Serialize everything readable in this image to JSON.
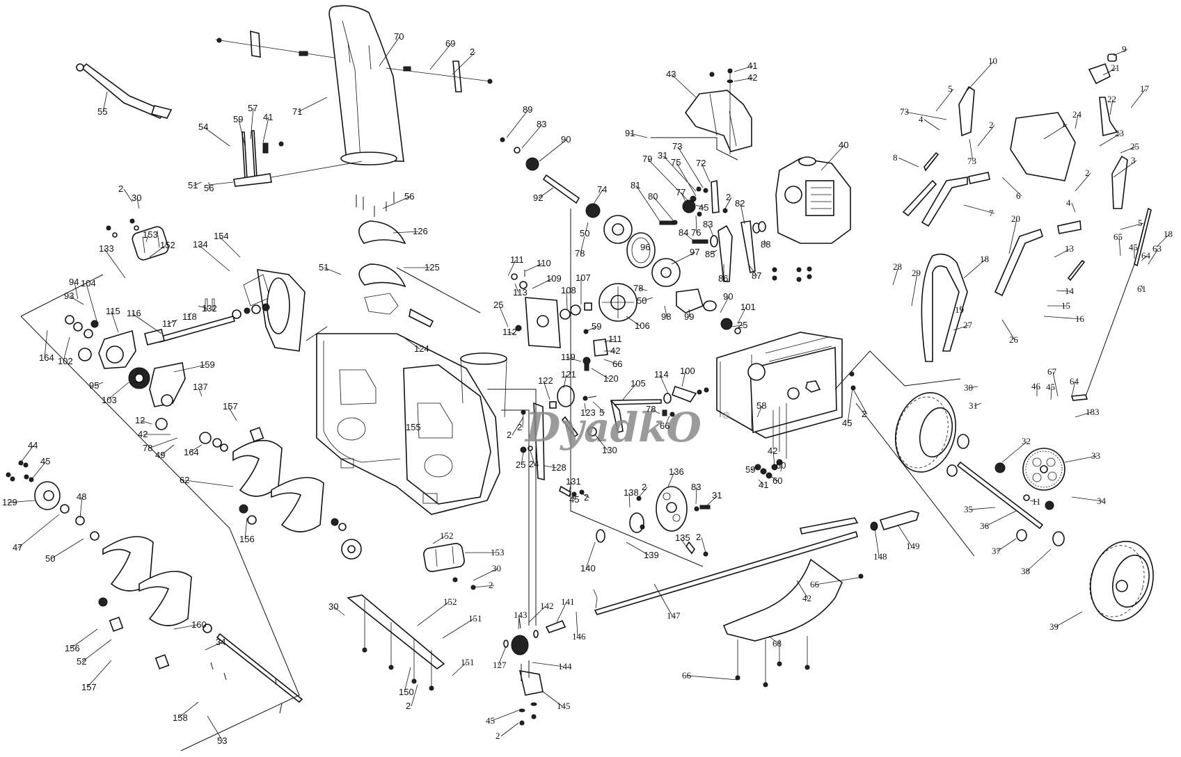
{
  "diagram": {
    "title": "Snow thrower exploded parts diagram",
    "watermark": "DyadkO",
    "watermark_mark": "®",
    "colors": {
      "line": "#111111",
      "watermark": "#8a8a8a",
      "background": "#ffffff"
    },
    "callouts": [
      {
        "id": "c55",
        "label": "55"
      },
      {
        "id": "c71",
        "label": "71"
      },
      {
        "id": "c70",
        "label": "70"
      },
      {
        "id": "c69",
        "label": "69"
      },
      {
        "id": "c2a",
        "label": "2"
      },
      {
        "id": "c54",
        "label": "54"
      },
      {
        "id": "c59a",
        "label": "59"
      },
      {
        "id": "c57",
        "label": "57"
      },
      {
        "id": "c41a",
        "label": "41"
      },
      {
        "id": "c51a",
        "label": "51"
      },
      {
        "id": "c56a",
        "label": "56"
      },
      {
        "id": "c2b",
        "label": "2"
      },
      {
        "id": "c30a",
        "label": "30"
      },
      {
        "id": "c153a",
        "label": "153"
      },
      {
        "id": "c152a",
        "label": "152"
      },
      {
        "id": "c133",
        "label": "133"
      },
      {
        "id": "c134",
        "label": "134"
      },
      {
        "id": "c154",
        "label": "154"
      },
      {
        "id": "c56b",
        "label": "56"
      },
      {
        "id": "c126",
        "label": "126"
      },
      {
        "id": "c125",
        "label": "125"
      },
      {
        "id": "c51b",
        "label": "51"
      },
      {
        "id": "c124",
        "label": "124"
      },
      {
        "id": "c94",
        "label": "94"
      },
      {
        "id": "c104",
        "label": "104"
      },
      {
        "id": "c93",
        "label": "93"
      },
      {
        "id": "c115",
        "label": "115"
      },
      {
        "id": "c116",
        "label": "116"
      },
      {
        "id": "c117",
        "label": "117"
      },
      {
        "id": "c118",
        "label": "118"
      },
      {
        "id": "c132",
        "label": "132"
      },
      {
        "id": "c164a",
        "label": "164"
      },
      {
        "id": "c102",
        "label": "102"
      },
      {
        "id": "c95",
        "label": "95"
      },
      {
        "id": "c103",
        "label": "103"
      },
      {
        "id": "c159",
        "label": "159"
      },
      {
        "id": "c137",
        "label": "137"
      },
      {
        "id": "c12",
        "label": "12"
      },
      {
        "id": "c42a",
        "label": "42"
      },
      {
        "id": "c78a",
        "label": "78"
      },
      {
        "id": "c49",
        "label": "49"
      },
      {
        "id": "c164b",
        "label": "164"
      },
      {
        "id": "c157a",
        "label": "157"
      },
      {
        "id": "c62",
        "label": "62"
      },
      {
        "id": "c156a",
        "label": "156"
      },
      {
        "id": "c44",
        "label": "44"
      },
      {
        "id": "c45a",
        "label": "45"
      },
      {
        "id": "c129",
        "label": "129"
      },
      {
        "id": "c47",
        "label": "47"
      },
      {
        "id": "c48",
        "label": "48"
      },
      {
        "id": "c50a",
        "label": "50"
      },
      {
        "id": "c156b",
        "label": "156"
      },
      {
        "id": "c52",
        "label": "52"
      },
      {
        "id": "c157b",
        "label": "157"
      },
      {
        "id": "c160",
        "label": "160"
      },
      {
        "id": "c34a",
        "label": "34"
      },
      {
        "id": "c158",
        "label": "158"
      },
      {
        "id": "c53",
        "label": "53"
      },
      {
        "id": "c155",
        "label": "155"
      },
      {
        "id": "c152b",
        "label": "152"
      },
      {
        "id": "c153b",
        "label": "153"
      },
      {
        "id": "c30b",
        "label": "30"
      },
      {
        "id": "c2c",
        "label": "2"
      },
      {
        "id": "c30c",
        "label": "30"
      },
      {
        "id": "c152c",
        "label": "152"
      },
      {
        "id": "c151a",
        "label": "151"
      },
      {
        "id": "c151b",
        "label": "151"
      },
      {
        "id": "c150",
        "label": "150"
      },
      {
        "id": "c2d",
        "label": "2"
      },
      {
        "id": "c89",
        "label": "89"
      },
      {
        "id": "c83a",
        "label": "83"
      },
      {
        "id": "c90a",
        "label": "90"
      },
      {
        "id": "c92",
        "label": "92"
      },
      {
        "id": "c74",
        "label": "74"
      },
      {
        "id": "c50b",
        "label": "50"
      },
      {
        "id": "c78b",
        "label": "78"
      },
      {
        "id": "c43",
        "label": "43"
      },
      {
        "id": "c41b",
        "label": "41"
      },
      {
        "id": "c42b",
        "label": "42"
      },
      {
        "id": "c91",
        "label": "91"
      },
      {
        "id": "c73a",
        "label": "73"
      },
      {
        "id": "c79",
        "label": "79"
      },
      {
        "id": "c31a",
        "label": "31"
      },
      {
        "id": "c75",
        "label": "75"
      },
      {
        "id": "c72",
        "label": "72"
      },
      {
        "id": "c77",
        "label": "77"
      },
      {
        "id": "c45b",
        "label": "45"
      },
      {
        "id": "c2e",
        "label": "2"
      },
      {
        "id": "c81",
        "label": "81"
      },
      {
        "id": "c80",
        "label": "80"
      },
      {
        "id": "c84",
        "label": "84"
      },
      {
        "id": "c76",
        "label": "76"
      },
      {
        "id": "c83b",
        "label": "83"
      },
      {
        "id": "c82",
        "label": "82"
      },
      {
        "id": "c96",
        "label": "96"
      },
      {
        "id": "c97",
        "label": "97"
      },
      {
        "id": "c85",
        "label": "85"
      },
      {
        "id": "c86",
        "label": "86"
      },
      {
        "id": "c87",
        "label": "87"
      },
      {
        "id": "c88",
        "label": "88"
      },
      {
        "id": "c40",
        "label": "40"
      },
      {
        "id": "c111a",
        "label": "111"
      },
      {
        "id": "c110",
        "label": "110"
      },
      {
        "id": "c109",
        "label": "109"
      },
      {
        "id": "c113",
        "label": "113"
      },
      {
        "id": "c108",
        "label": "108"
      },
      {
        "id": "c107",
        "label": "107"
      },
      {
        "id": "c25a",
        "label": "25"
      },
      {
        "id": "c112",
        "label": "112"
      },
      {
        "id": "c106",
        "label": "106"
      },
      {
        "id": "c78c",
        "label": "78"
      },
      {
        "id": "c50c",
        "label": "50"
      },
      {
        "id": "c98",
        "label": "98"
      },
      {
        "id": "c99",
        "label": "99"
      },
      {
        "id": "c90b",
        "label": "90"
      },
      {
        "id": "c101",
        "label": "101"
      },
      {
        "id": "c25b",
        "label": "25"
      },
      {
        "id": "c59b",
        "label": "59"
      },
      {
        "id": "c111b",
        "label": "111"
      },
      {
        "id": "c42c",
        "label": "42"
      },
      {
        "id": "c66a",
        "label": "66"
      },
      {
        "id": "c119",
        "label": "119"
      },
      {
        "id": "c120",
        "label": "120"
      },
      {
        "id": "c2f",
        "label": "2"
      },
      {
        "id": "c45c",
        "label": "45"
      },
      {
        "id": "c122",
        "label": "122"
      },
      {
        "id": "c121",
        "label": "121"
      },
      {
        "id": "c123",
        "label": "123"
      },
      {
        "id": "c5a",
        "label": "5"
      },
      {
        "id": "c105",
        "label": "105"
      },
      {
        "id": "c114",
        "label": "114"
      },
      {
        "id": "c100",
        "label": "100"
      },
      {
        "id": "c78d",
        "label": "78"
      },
      {
        "id": "c66b",
        "label": "66"
      },
      {
        "id": "c2g",
        "label": "2"
      },
      {
        "id": "c25c",
        "label": "25"
      },
      {
        "id": "c24a",
        "label": "24"
      },
      {
        "id": "c128",
        "label": "128"
      },
      {
        "id": "c130",
        "label": "130"
      },
      {
        "id": "c131",
        "label": "131"
      },
      {
        "id": "c45d",
        "label": "45"
      },
      {
        "id": "c2h",
        "label": "2"
      },
      {
        "id": "c138",
        "label": "138"
      },
      {
        "id": "c2i",
        "label": "2"
      },
      {
        "id": "c136",
        "label": "136"
      },
      {
        "id": "c83c",
        "label": "83"
      },
      {
        "id": "c31b",
        "label": "31"
      },
      {
        "id": "c140",
        "label": "140"
      },
      {
        "id": "c139",
        "label": "139"
      },
      {
        "id": "c135",
        "label": "135"
      },
      {
        "id": "c2j",
        "label": "2"
      },
      {
        "id": "c58",
        "label": "58"
      },
      {
        "id": "c59c",
        "label": "59"
      },
      {
        "id": "c42d",
        "label": "42"
      },
      {
        "id": "c60a",
        "label": "60"
      },
      {
        "id": "c60b",
        "label": "60"
      },
      {
        "id": "c41c",
        "label": "41"
      },
      {
        "id": "c45e",
        "label": "45"
      },
      {
        "id": "c2k",
        "label": "2"
      },
      {
        "id": "c143",
        "label": "143"
      },
      {
        "id": "c142",
        "label": "142"
      },
      {
        "id": "c141",
        "label": "141"
      },
      {
        "id": "c127",
        "label": "127"
      },
      {
        "id": "c144",
        "label": "144"
      },
      {
        "id": "c145",
        "label": "145"
      },
      {
        "id": "c45f",
        "label": "45"
      },
      {
        "id": "c2l",
        "label": "2"
      },
      {
        "id": "c146",
        "label": "146"
      },
      {
        "id": "c147",
        "label": "147"
      },
      {
        "id": "c68",
        "label": "68"
      },
      {
        "id": "c66c",
        "label": "66"
      },
      {
        "id": "c42e",
        "label": "42"
      },
      {
        "id": "c66d",
        "label": "66"
      },
      {
        "id": "c148",
        "label": "148"
      },
      {
        "id": "c149",
        "label": "149"
      },
      {
        "id": "c10",
        "label": "10"
      },
      {
        "id": "c5b",
        "label": "5"
      },
      {
        "id": "c73b",
        "label": "73"
      },
      {
        "id": "c4a",
        "label": "4"
      },
      {
        "id": "c2m",
        "label": "2"
      },
      {
        "id": "c73c",
        "label": "73"
      },
      {
        "id": "c8",
        "label": "8"
      },
      {
        "id": "c6",
        "label": "6"
      },
      {
        "id": "c7",
        "label": "7"
      },
      {
        "id": "c9",
        "label": "9"
      },
      {
        "id": "c21",
        "label": "21"
      },
      {
        "id": "c22",
        "label": "22"
      },
      {
        "id": "c17",
        "label": "17"
      },
      {
        "id": "c24b",
        "label": "24"
      },
      {
        "id": "c1",
        "label": "1"
      },
      {
        "id": "c23",
        "label": "23"
      },
      {
        "id": "c25d",
        "label": "25"
      },
      {
        "id": "c3",
        "label": "3"
      },
      {
        "id": "c2n",
        "label": "2"
      },
      {
        "id": "c4b",
        "label": "4"
      },
      {
        "id": "c5c",
        "label": "5"
      },
      {
        "id": "c20",
        "label": "20"
      },
      {
        "id": "c13",
        "label": "13"
      },
      {
        "id": "c14",
        "label": "14"
      },
      {
        "id": "c15",
        "label": "15"
      },
      {
        "id": "c16",
        "label": "16"
      },
      {
        "id": "c65",
        "label": "65"
      },
      {
        "id": "c45g",
        "label": "45"
      },
      {
        "id": "c64a",
        "label": "64"
      },
      {
        "id": "c63",
        "label": "63"
      },
      {
        "id": "c18a",
        "label": "18"
      },
      {
        "id": "c61",
        "label": "61"
      },
      {
        "id": "c28",
        "label": "28"
      },
      {
        "id": "c29",
        "label": "29"
      },
      {
        "id": "c18b",
        "label": "18"
      },
      {
        "id": "c19",
        "label": "19"
      },
      {
        "id": "c27",
        "label": "27"
      },
      {
        "id": "c26",
        "label": "26"
      },
      {
        "id": "c30d",
        "label": "30"
      },
      {
        "id": "c31c",
        "label": "31"
      },
      {
        "id": "c46",
        "label": "46"
      },
      {
        "id": "c45h",
        "label": "45"
      },
      {
        "id": "c67",
        "label": "67"
      },
      {
        "id": "c64b",
        "label": "64"
      },
      {
        "id": "c183",
        "label": "183"
      },
      {
        "id": "c32",
        "label": "32"
      },
      {
        "id": "c33",
        "label": "33"
      },
      {
        "id": "c34b",
        "label": "34"
      },
      {
        "id": "c11",
        "label": "11"
      },
      {
        "id": "c35",
        "label": "35"
      },
      {
        "id": "c36",
        "label": "36"
      },
      {
        "id": "c37",
        "label": "37"
      },
      {
        "id": "c38",
        "label": "38"
      },
      {
        "id": "c39",
        "label": "39"
      }
    ]
  }
}
